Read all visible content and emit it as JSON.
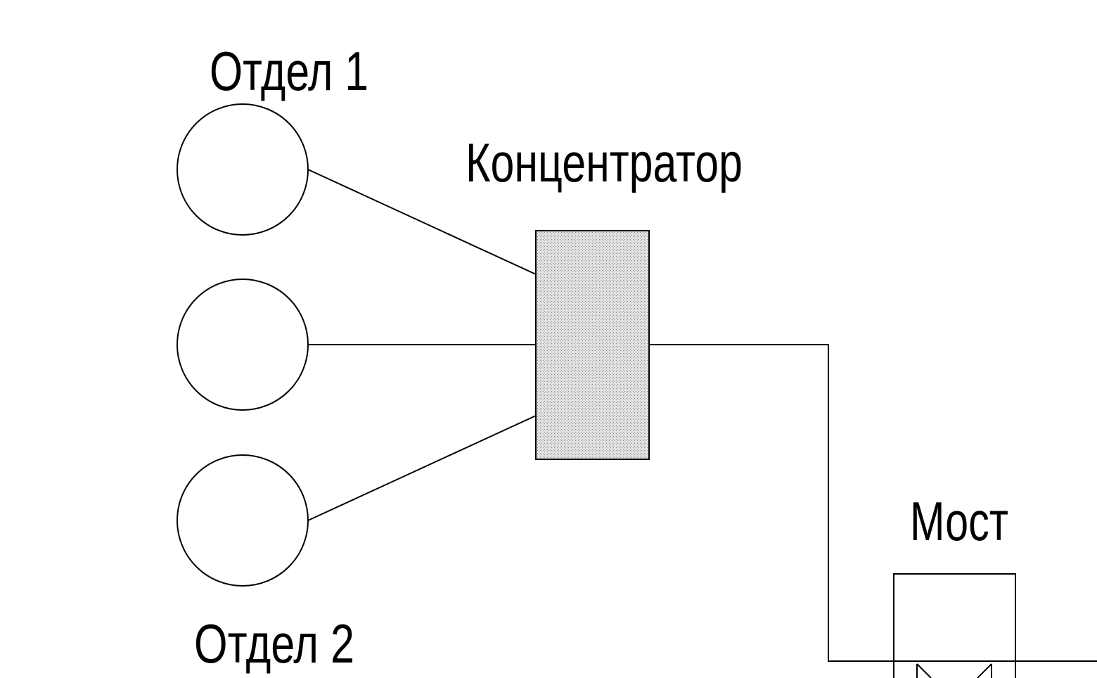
{
  "labels": {
    "dept1": "Отдел 1",
    "hub": "Концентратор",
    "bridge": "Мост",
    "dept2": "Отдел 2"
  },
  "colors": {
    "line": "#000000",
    "hub_fill": "#d4d4d4",
    "background": "#ffffff"
  }
}
